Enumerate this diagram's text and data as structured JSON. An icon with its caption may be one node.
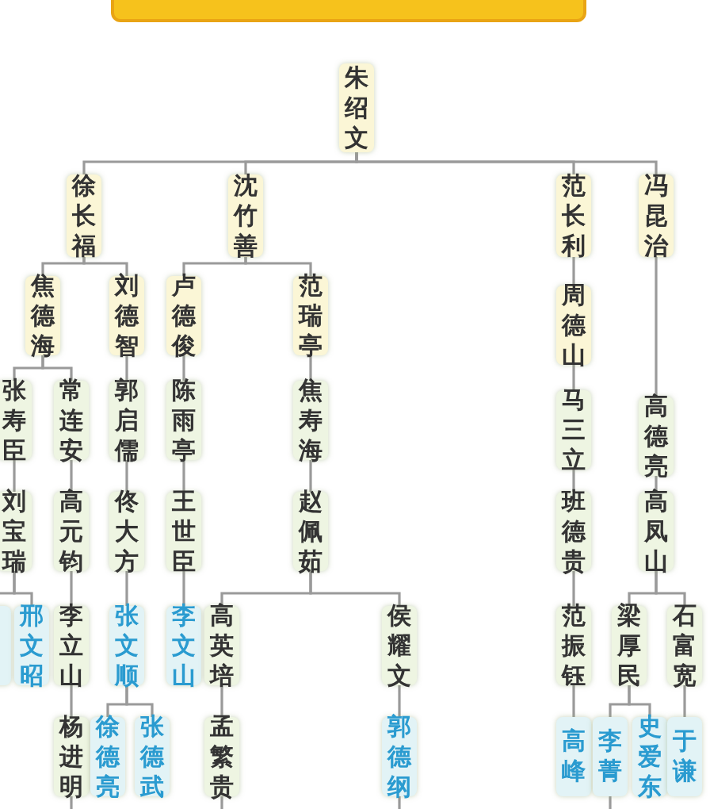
{
  "diagram": {
    "nodes": [
      {
        "text": [
          "朱绍文"
        ]
      },
      {
        "text": [
          "徐长福"
        ]
      },
      {
        "text": [
          "沈竹善"
        ]
      },
      {
        "text": [
          "范长利"
        ]
      },
      {
        "text": [
          "冯昆治"
        ]
      },
      {
        "text": [
          "焦德海"
        ]
      },
      {
        "text": [
          "刘德智"
        ]
      },
      {
        "text": [
          "卢德俊"
        ]
      },
      {
        "text": [
          "范瑞亭"
        ]
      },
      {
        "text": [
          "周德山"
        ]
      },
      {
        "text": [
          "张寿臣"
        ]
      },
      {
        "text": [
          "常连安"
        ]
      },
      {
        "text": [
          "郭启儒"
        ]
      },
      {
        "text": [
          "陈雨亭"
        ]
      },
      {
        "text": [
          "焦寿海"
        ]
      },
      {
        "text": [
          "马三立"
        ]
      },
      {
        "text": [
          "高德亮"
        ]
      },
      {
        "text": [
          "刘宝瑞"
        ]
      },
      {
        "text": [
          "高元钧"
        ]
      },
      {
        "text": [
          "佟大方"
        ]
      },
      {
        "text": [
          "王世臣"
        ]
      },
      {
        "text": [
          "赵佩茹"
        ]
      },
      {
        "text": [
          "班德贵"
        ]
      },
      {
        "text": [
          "高凤山"
        ]
      },
      {
        "text": [],
        "shape": "box"
      },
      {
        "text": [
          "邢文昭"
        ]
      },
      {
        "text": [
          "李立山"
        ]
      },
      {
        "text": [
          "张文顺"
        ]
      },
      {
        "text": [
          "李文山"
        ]
      },
      {
        "text": [
          "高英培"
        ]
      },
      {
        "text": [
          "侯耀文"
        ]
      },
      {
        "text": [
          "范振钰"
        ]
      },
      {
        "text": [
          "梁厚民"
        ]
      },
      {
        "text": [
          "石富宽"
        ]
      },
      {
        "text": [
          "杨进明"
        ]
      },
      {
        "text": [
          "徐德亮"
        ]
      },
      {
        "text": [
          "张德武"
        ]
      },
      {
        "text": [
          "孟繁贵"
        ]
      },
      {
        "text": [
          "郭德纲"
        ]
      },
      {
        "text": [
          "高峰"
        ]
      },
      {
        "text": [
          "李菁"
        ]
      },
      {
        "text": [
          "史爱东"
        ]
      },
      {
        "text": [
          "于谦"
        ]
      },
      {
        "text": [],
        "shape": "bar"
      }
    ],
    "edges": [
      {
        "from": 0,
        "to": 1,
        "arrow": "none"
      },
      {
        "from": 0,
        "to": 2,
        "arrow": "none"
      },
      {
        "from": 0,
        "to": 3,
        "arrow": "none"
      },
      {
        "from": 0,
        "to": 4,
        "arrow": "none"
      },
      {
        "from": 1,
        "to": 5,
        "arrow": "none"
      },
      {
        "from": 1,
        "to": 6,
        "arrow": "none"
      },
      {
        "from": 2,
        "to": 7,
        "arrow": "none"
      },
      {
        "from": 2,
        "to": 8,
        "arrow": "none"
      },
      {
        "from": 3,
        "to": 9,
        "arrow": "none"
      },
      {
        "from": 4,
        "to": 16,
        "arrow": "none"
      },
      {
        "from": 5,
        "to": 10,
        "arrow": "none"
      },
      {
        "from": 5,
        "to": 11,
        "arrow": "none"
      },
      {
        "from": 6,
        "to": 12,
        "arrow": "none"
      },
      {
        "from": 7,
        "to": 13,
        "arrow": "none"
      },
      {
        "from": 8,
        "to": 14,
        "arrow": "none"
      },
      {
        "from": 9,
        "to": 15,
        "arrow": "none"
      },
      {
        "from": 10,
        "to": 17,
        "arrow": "none"
      },
      {
        "from": 11,
        "to": 18,
        "arrow": "none"
      },
      {
        "from": 12,
        "to": 19,
        "arrow": "none"
      },
      {
        "from": 13,
        "to": 20,
        "arrow": "none"
      },
      {
        "from": 14,
        "to": 21,
        "arrow": "none"
      },
      {
        "from": 15,
        "to": 22,
        "arrow": "none"
      },
      {
        "from": 16,
        "to": 23,
        "arrow": "none"
      },
      {
        "from": 17,
        "to": 24,
        "arrow": "none"
      },
      {
        "from": 17,
        "to": 25,
        "arrow": "none"
      },
      {
        "from": 18,
        "to": 26,
        "arrow": "none"
      },
      {
        "from": 19,
        "to": 27,
        "arrow": "none"
      },
      {
        "from": 20,
        "to": 28,
        "arrow": "none"
      },
      {
        "from": 21,
        "to": 29,
        "arrow": "none"
      },
      {
        "from": 21,
        "to": 30,
        "arrow": "none"
      },
      {
        "from": 22,
        "to": 31,
        "arrow": "none"
      },
      {
        "from": 23,
        "to": 32,
        "arrow": "none"
      },
      {
        "from": 23,
        "to": 33,
        "arrow": "none"
      },
      {
        "from": 26,
        "to": 34,
        "arrow": "none"
      },
      {
        "from": 27,
        "to": 35,
        "arrow": "none"
      },
      {
        "from": 27,
        "to": 36,
        "arrow": "none"
      },
      {
        "from": 29,
        "to": 37,
        "arrow": "none"
      },
      {
        "from": 30,
        "to": 38,
        "arrow": "none"
      },
      {
        "from": 31,
        "to": 39,
        "arrow": "none"
      },
      {
        "from": 32,
        "to": 40,
        "arrow": "none"
      },
      {
        "from": 32,
        "to": 41,
        "arrow": "none"
      },
      {
        "from": 33,
        "to": 42,
        "arrow": "none"
      },
      {
        "from": 34,
        "to": null,
        "arrow": "none"
      },
      {
        "from": 37,
        "to": null,
        "arrow": "none"
      },
      {
        "from": 38,
        "to": null,
        "arrow": "none"
      },
      {
        "from": 40,
        "to": null,
        "arrow": "none"
      }
    ]
  }
}
